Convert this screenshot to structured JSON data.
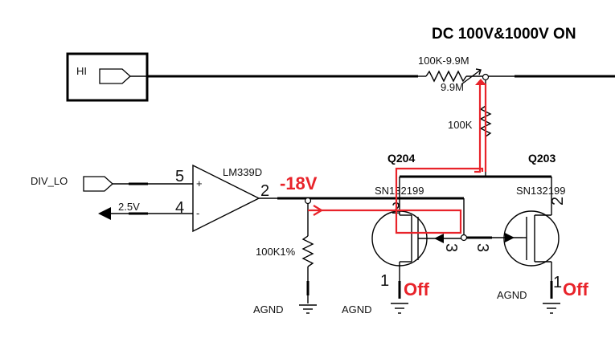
{
  "title": "DC 100V&1000V ON",
  "hi_port": "HI",
  "div_lo_port": "DIV_LO",
  "ref_voltage": "2.5V",
  "comparator": {
    "name": "LM339D",
    "pin_plus": "5",
    "pin_minus": "4",
    "pin_out": "2",
    "sign_plus": "+",
    "sign_minus": "-"
  },
  "output_voltage": "-18V",
  "resistors": {
    "divider_top": "100K-9.9M",
    "divider_value": "9.9M",
    "pull": "100K",
    "gate": "100K1%"
  },
  "q204": {
    "name": "Q204",
    "part": "SN132199",
    "pin_d": "2",
    "pin_g": "3",
    "pin_s": "1",
    "state": "Off"
  },
  "q203": {
    "name": "Q203",
    "part": "SN132199",
    "pin_d": "2",
    "pin_g": "3",
    "pin_s": "1",
    "state": "Off"
  },
  "grounds": [
    "AGND",
    "AGND",
    "AGND"
  ],
  "colors": {
    "highlight": "#e8232a",
    "wire": "#000000"
  }
}
